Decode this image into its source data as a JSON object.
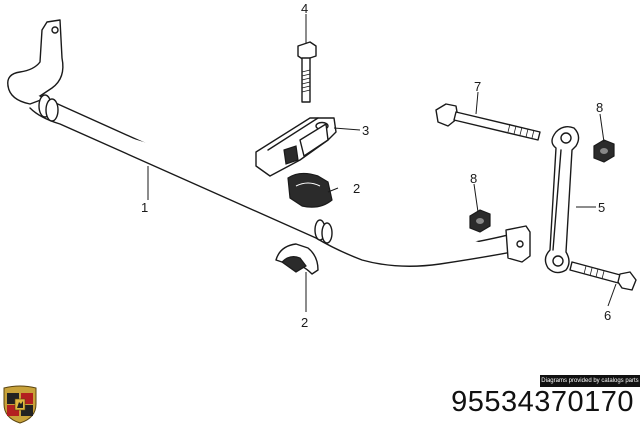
{
  "callouts": [
    {
      "id": "c1",
      "label": "1"
    },
    {
      "id": "c2a",
      "label": "2"
    },
    {
      "id": "c2b",
      "label": "2"
    },
    {
      "id": "c3",
      "label": "3"
    },
    {
      "id": "c4",
      "label": "4"
    },
    {
      "id": "c5",
      "label": "5"
    },
    {
      "id": "c6",
      "label": "6"
    },
    {
      "id": "c7",
      "label": "7"
    },
    {
      "id": "c8a",
      "label": "8"
    },
    {
      "id": "c8b",
      "label": "8"
    }
  ],
  "credit_text": "Diagrams provided by catalogs parts",
  "part_number": "95534370170",
  "brand_logo": "porsche-crest-icon",
  "colors": {
    "line": "#1a1a1a",
    "background": "#ffffff",
    "credit_bar": "#111111"
  }
}
